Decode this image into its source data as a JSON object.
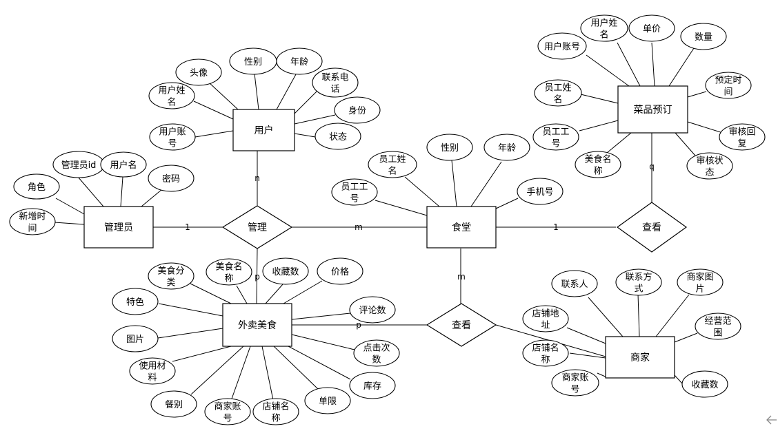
{
  "entities": {
    "user": "用户",
    "admin": "管理员",
    "canteen": "食堂",
    "food": "外卖美食",
    "merchant": "商家",
    "dish_order": "菜品预订"
  },
  "relationships": {
    "manage": "管理",
    "view_top": "查看",
    "view_bottom": "查看"
  },
  "attributes": {
    "user": [
      "用户姓\n名",
      "头像",
      "性别",
      "年龄",
      "联系电\n话",
      "身份",
      "状态",
      "用户账\n号"
    ],
    "admin": [
      "角色",
      "管理员id",
      "用户名",
      "密码",
      "新增时\n间"
    ],
    "canteen": [
      "员工姓\n名",
      "性别",
      "年龄",
      "员工工\n号",
      "手机号"
    ],
    "dish_order": [
      "用户姓\n名",
      "单价",
      "用户账号",
      "数量",
      "预定时\n间",
      "员工姓\n名",
      "员工工\n号",
      "美食名\n称",
      "审核回\n复",
      "审核状\n态"
    ],
    "food": [
      "美食分\n类",
      "美食名\n称",
      "收藏数",
      "价格",
      "特色",
      "评论数",
      "图片",
      "点击次\n数",
      "使用材\n料",
      "库存",
      "餐别",
      "商家账\n号",
      "店铺名\n称",
      "单限"
    ],
    "merchant": [
      "联系人",
      "联系方\n式",
      "商家图\n片",
      "店铺地\n址",
      "经营范\n围",
      "店铺名\n称",
      "商家账\n号",
      "收藏数"
    ]
  },
  "cardinalities": {
    "admin_manage": "1",
    "user_manage": "n",
    "manage_canteen": "m",
    "manage_food": "p",
    "canteen_view_top": "1",
    "view_top_order": "q",
    "canteen_view_bottom": "m",
    "food_view_bottom": "p"
  },
  "icons": {
    "back": "back-arrow-icon"
  }
}
